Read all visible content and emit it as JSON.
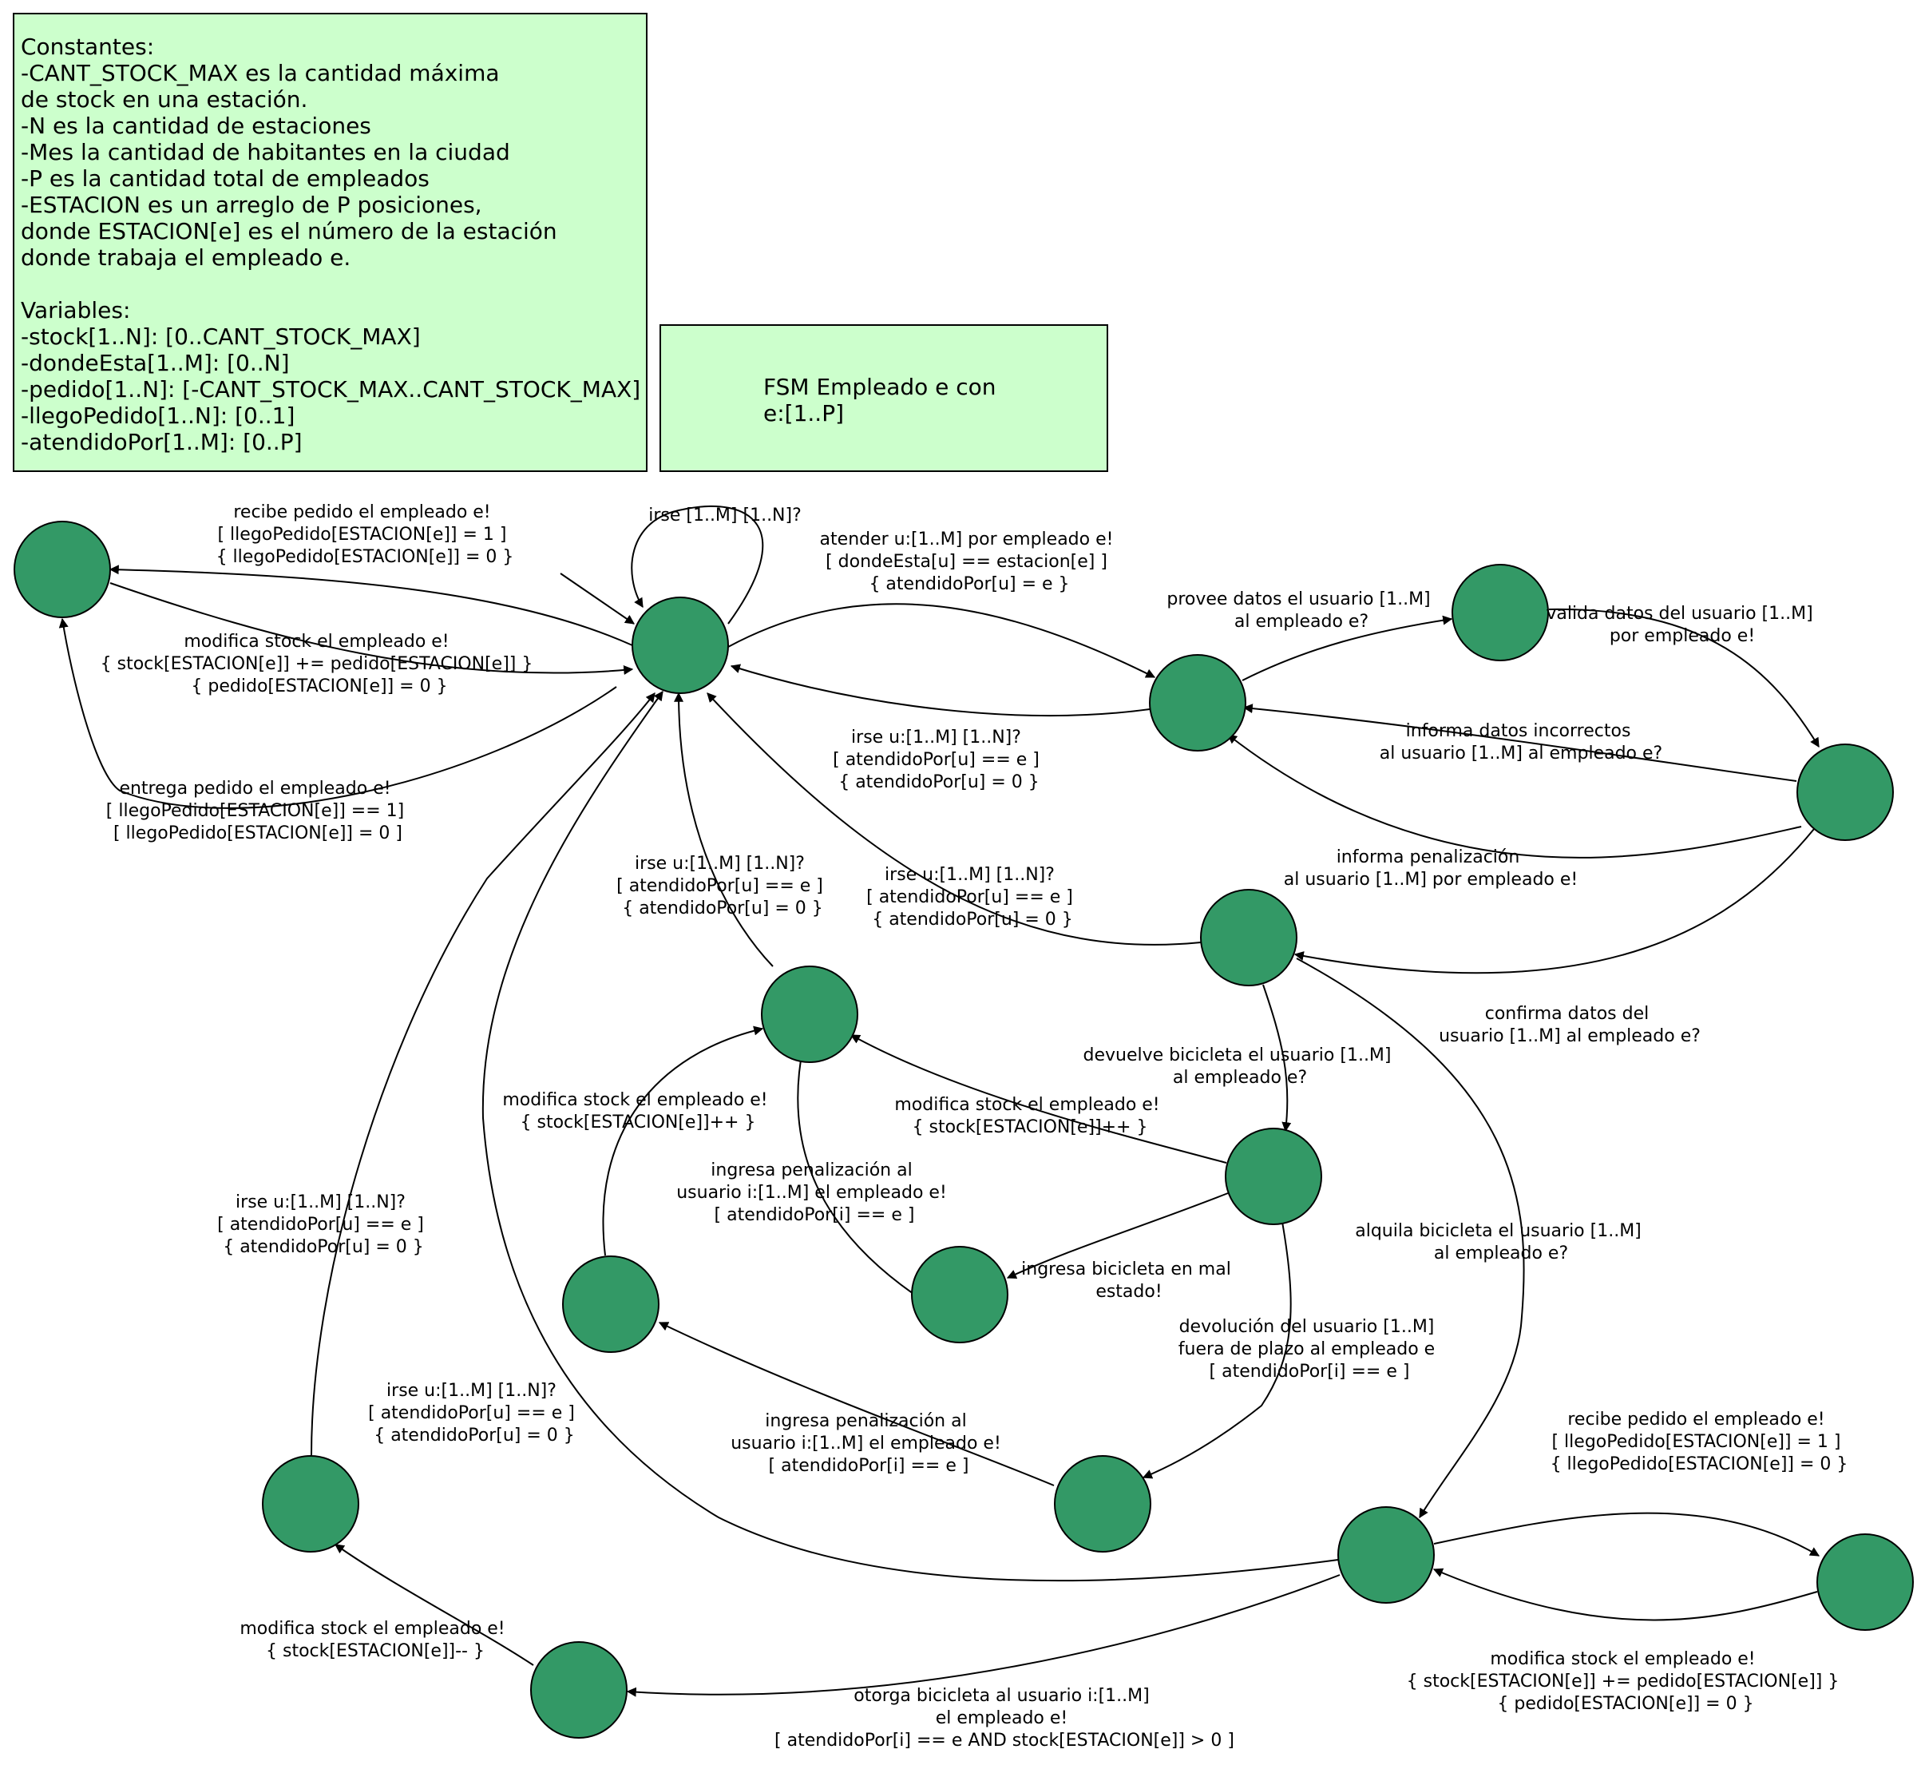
{
  "constants_note": {
    "lines": [
      "Constantes:",
      "-CANT_STOCK_MAX es la cantidad máxima",
      "de stock en una estación.",
      "-N es la cantidad de estaciones",
      "-Mes la cantidad de habitantes en la ciudad",
      "-P es la cantidad total de empleados",
      "-ESTACION es un arreglo de P posiciones,",
      "donde ESTACION[e] es el número de la estación",
      "donde trabaja el empleado e."
    ],
    "variables_lines": [
      "Variables:",
      "-stock[1..N]: [0..CANT_STOCK_MAX]",
      "-dondeEsta[1..M]: [0..N]",
      "-pedido[1..N]: [-CANT_STOCK_MAX..CANT_STOCK_MAX]",
      "-llegoPedido[1..N]: [0..1]",
      "-atendidoPor[1..M]: [0..P]"
    ]
  },
  "fsm_note": {
    "lines": [
      "FSM Empleado e con",
      "e:[1..P]"
    ]
  },
  "colors": {
    "note_fill": "#ccffcc",
    "state_fill": "#339966"
  },
  "labels": {
    "recibe_pedido_1": [
      "recibe pedido el empleado e!",
      "[ llegoPedido[ESTACION[e]] = 1 ]",
      "{ llegoPedido[ESTACION[e]] = 0 }"
    ],
    "self_loop": [
      "irse [1..M] [1..N]?"
    ],
    "atender": [
      "atender u:[1..M] por empleado e!",
      "[ dondeEsta[u] == estacion[e] ]",
      "{ atendidoPor[u] = e }"
    ],
    "modifica_stock_1": [
      "modifica stock el empleado e!",
      "{ stock[ESTACION[e]] += pedido[ESTACION[e]] }",
      "{ pedido[ESTACION[e]] = 0 }"
    ],
    "entrega_pedido": [
      "entrega pedido el empleado e!",
      "[ llegoPedido[ESTACION[e]] == 1]",
      "[ llegoPedido[ESTACION[e]] = 0 ]"
    ],
    "provee_datos": [
      "provee datos el usuario [1..M]",
      "al empleado e?"
    ],
    "valida_datos": [
      "valida datos del usuario [1..M]",
      "por empleado e!"
    ],
    "irse_1": [
      "irse u:[1..M] [1..N]?",
      "[ atendidoPor[u] == e ]",
      "{ atendidoPor[u] = 0 }"
    ],
    "informa_incorrectos": [
      "informa datos incorrectos",
      "al usuario [1..M] al empleado e?"
    ],
    "informa_penalizacion": [
      "informa penalización",
      "al usuario [1..M] por empleado e!"
    ],
    "irse_2": [
      "irse u:[1..M] [1..N]?",
      "[ atendidoPor[u] == e ]",
      "{ atendidoPor[u] = 0 }"
    ],
    "irse_3": [
      "irse u:[1..M] [1..N]?",
      "[ atendidoPor[u] == e ]",
      "{ atendidoPor[u] = 0 }"
    ],
    "confirma_datos": [
      "confirma datos del",
      "usuario [1..M] al empleado e?"
    ],
    "devuelve_bici": [
      "devuelve bicicleta el usuario [1..M]",
      "al empleado e?"
    ],
    "modifica_stock_2": [
      "modifica stock el empleado e!",
      "{ stock[ESTACION[e]]++ }"
    ],
    "modifica_stock_3": [
      "modifica stock el empleado e!",
      "{ stock[ESTACION[e]]++ }"
    ],
    "ingresa_penal_1": [
      "ingresa penalización al",
      "usuario i:[1..M] el empleado e!",
      "[ atendidoPor[i] == e ]"
    ],
    "ingresa_mal_estado": [
      "ingresa bicicleta en mal",
      "estado!"
    ],
    "irse_4": [
      "irse u:[1..M] [1..N]?",
      "[ atendidoPor[u] == e ]",
      "{ atendidoPor[u] = 0 }"
    ],
    "alquila_bici": [
      "alquila bicicleta el usuario [1..M]",
      "al empleado e?"
    ],
    "devolucion_fuera": [
      "devolución del usuario [1..M]",
      "fuera de plazo al empleado e",
      "[ atendidoPor[i] == e ]"
    ],
    "irse_5": [
      "irse u:[1..M] [1..N]?",
      "[ atendidoPor[u] == e ]",
      "{ atendidoPor[u] = 0 }"
    ],
    "ingresa_penal_2": [
      "ingresa penalización al",
      "usuario i:[1..M] el empleado e!",
      "[ atendidoPor[i] == e ]"
    ],
    "recibe_pedido_2": [
      "recibe pedido el empleado e!",
      "[ llegoPedido[ESTACION[e]] = 1 ]",
      "{ llegoPedido[ESTACION[e]] = 0 }"
    ],
    "modifica_stock_4": [
      "modifica stock el empleado e!",
      "{ stock[ESTACION[e]]-- }"
    ],
    "otorga_bici": [
      "otorga bicicleta al usuario i:[1..M]",
      "el empleado e!",
      "[ atendidoPor[i] == e AND stock[ESTACION[e]] > 0 ]"
    ],
    "modifica_stock_5": [
      "modifica stock el empleado e!",
      "{ stock[ESTACION[e]] += pedido[ESTACION[e]] }",
      "{ pedido[ESTACION[e]] = 0 }"
    ]
  }
}
